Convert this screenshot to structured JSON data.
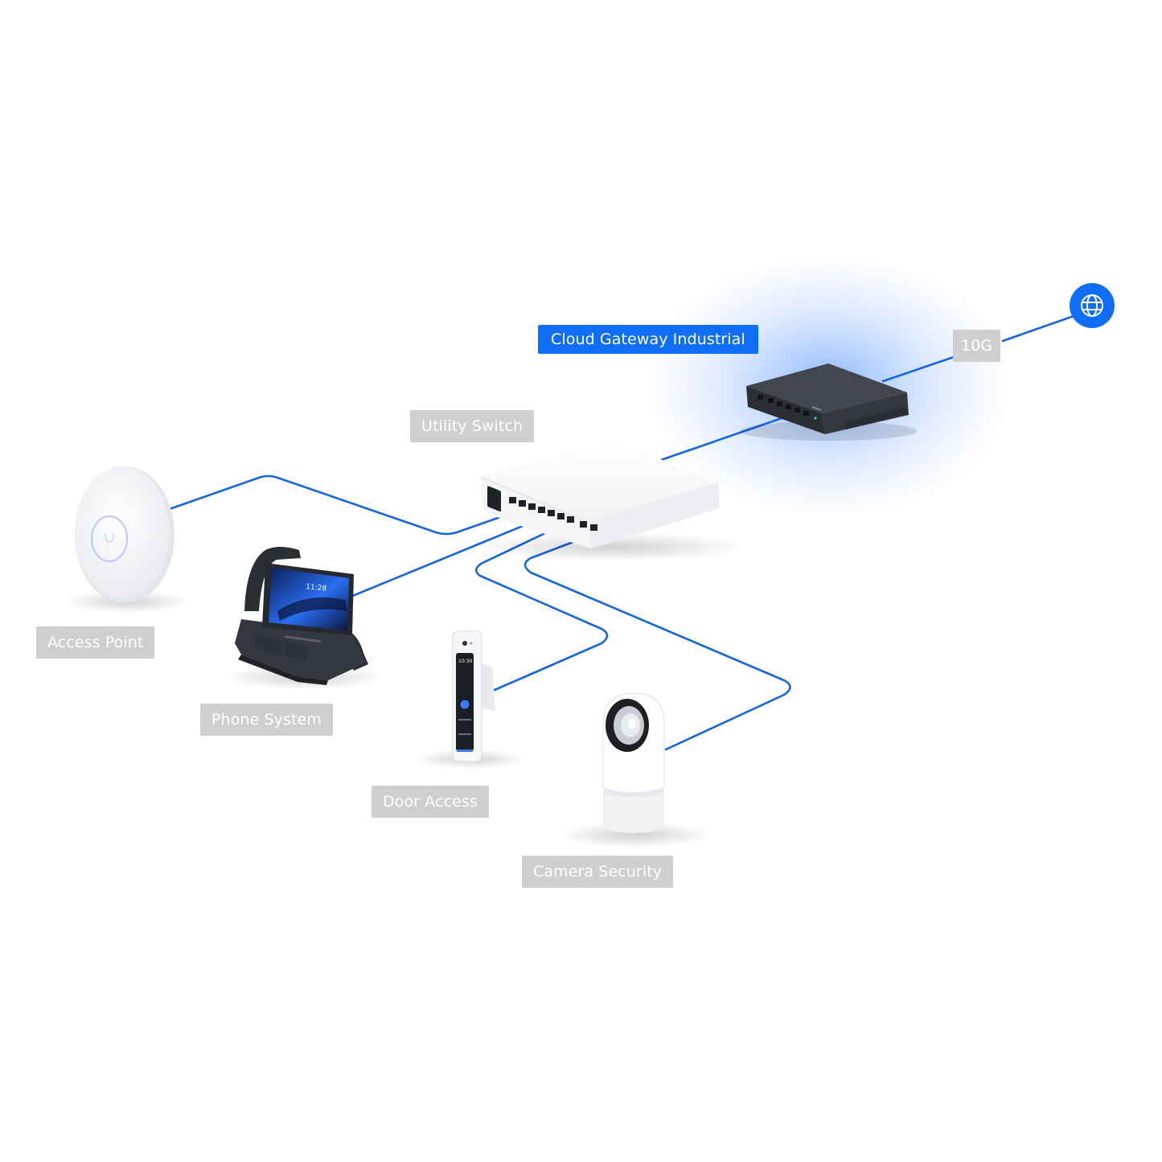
{
  "labels": {
    "gateway": "Cloud Gateway Industrial",
    "uplink": "10G",
    "switch": "Utility Switch",
    "access_point": "Access Point",
    "phone": "Phone System",
    "door": "Door Access",
    "camera": "Camera Security"
  },
  "devices": {
    "phone_screen_time": "11:28",
    "door_screen_time": "10:30"
  },
  "colors": {
    "link": "#1565e0",
    "accent": "#0f6ef5",
    "label_bg": "#cfcfcf",
    "label_text": "#ffffff"
  },
  "icons": {
    "internet": "globe-icon"
  }
}
